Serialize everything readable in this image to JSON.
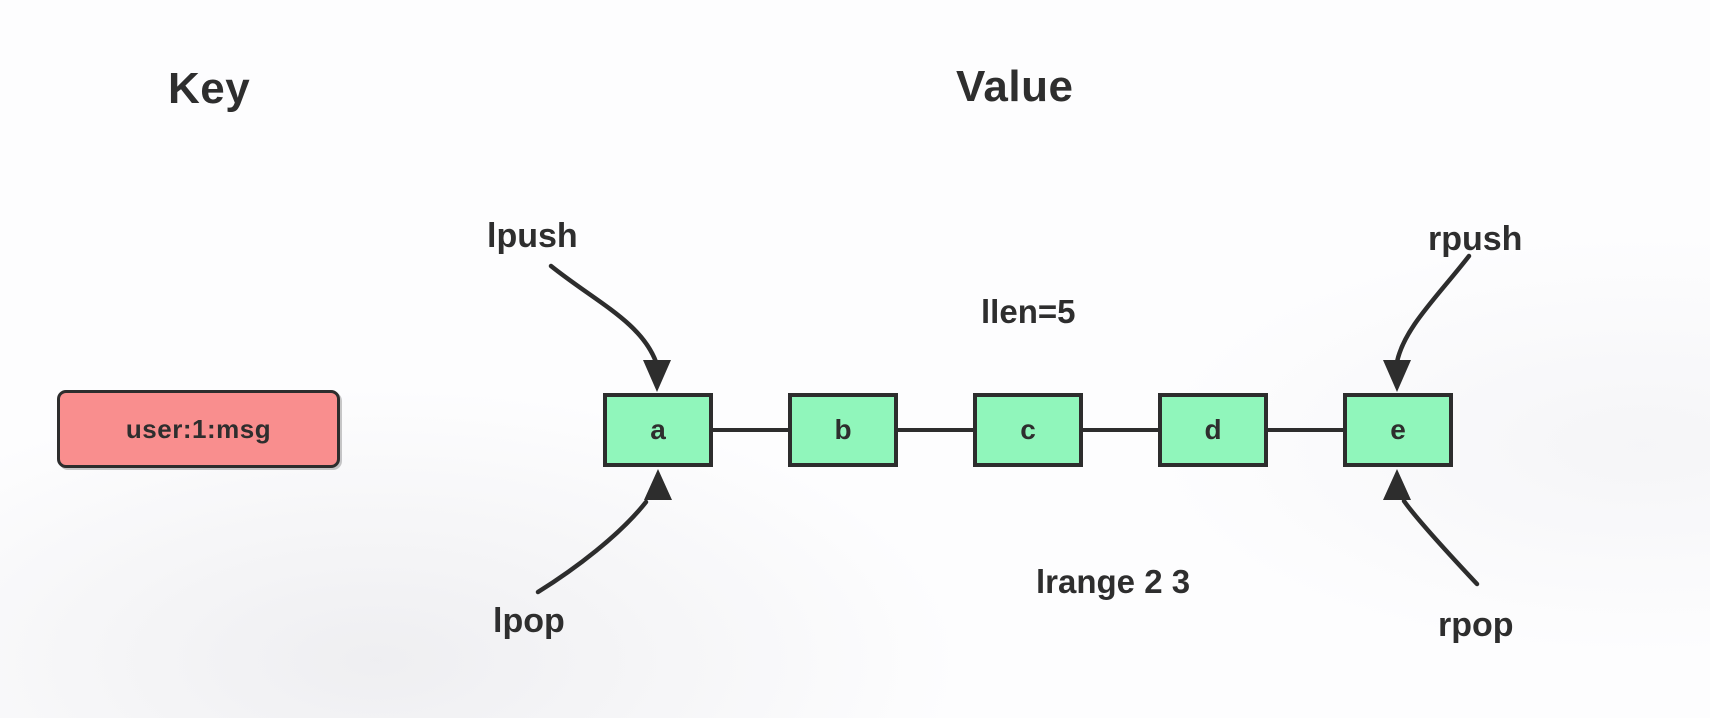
{
  "headings": {
    "key": "Key",
    "value": "Value"
  },
  "key_box": {
    "label": "user:1:msg"
  },
  "list": {
    "items": [
      "a",
      "b",
      "c",
      "d",
      "e"
    ]
  },
  "operations": {
    "lpush": "lpush",
    "rpush": "rpush",
    "lpop": "lpop",
    "rpop": "rpop"
  },
  "annotations": {
    "llen": "llen=5",
    "lrange": "lrange 2 3"
  },
  "colors": {
    "key_fill": "#f98e8e",
    "cell_fill": "#90f6bb",
    "stroke": "#2d2d2d"
  }
}
